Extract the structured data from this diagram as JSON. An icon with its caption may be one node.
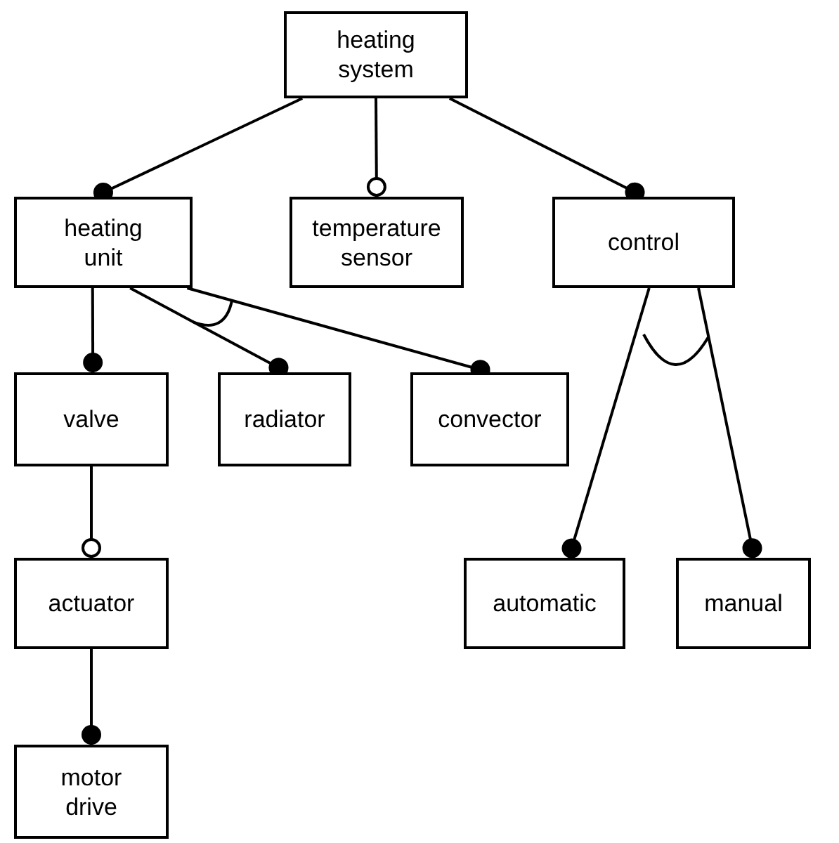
{
  "diagram": {
    "nodes": [
      {
        "text": [
          "heating system"
        ]
      },
      {
        "text": [
          "heating unit"
        ]
      },
      {
        "text": [
          "temperature sensor"
        ]
      },
      {
        "text": [
          "control"
        ]
      },
      {
        "text": [
          "valve"
        ]
      },
      {
        "text": [
          "radiator"
        ]
      },
      {
        "text": [
          "convector"
        ]
      },
      {
        "text": [
          "actuator"
        ]
      },
      {
        "text": [
          "automatic"
        ]
      },
      {
        "text": [
          "manual"
        ]
      },
      {
        "text": [
          "motor drive"
        ]
      }
    ],
    "edges": [
      {
        "from": 0,
        "to": 1,
        "arrow": "other"
      },
      {
        "from": 0,
        "to": 2,
        "arrow": "other"
      },
      {
        "from": 0,
        "to": 3,
        "arrow": "other"
      },
      {
        "from": 1,
        "to": 4,
        "arrow": "other"
      },
      {
        "from": 1,
        "to": 5,
        "arrow": "other"
      },
      {
        "from": 1,
        "to": 6,
        "arrow": "other"
      },
      {
        "from": 3,
        "to": 8,
        "arrow": "other"
      },
      {
        "from": 3,
        "to": 9,
        "arrow": "other"
      },
      {
        "from": 4,
        "to": 7,
        "arrow": "other"
      },
      {
        "from": 7,
        "to": 10,
        "arrow": "other"
      }
    ]
  }
}
